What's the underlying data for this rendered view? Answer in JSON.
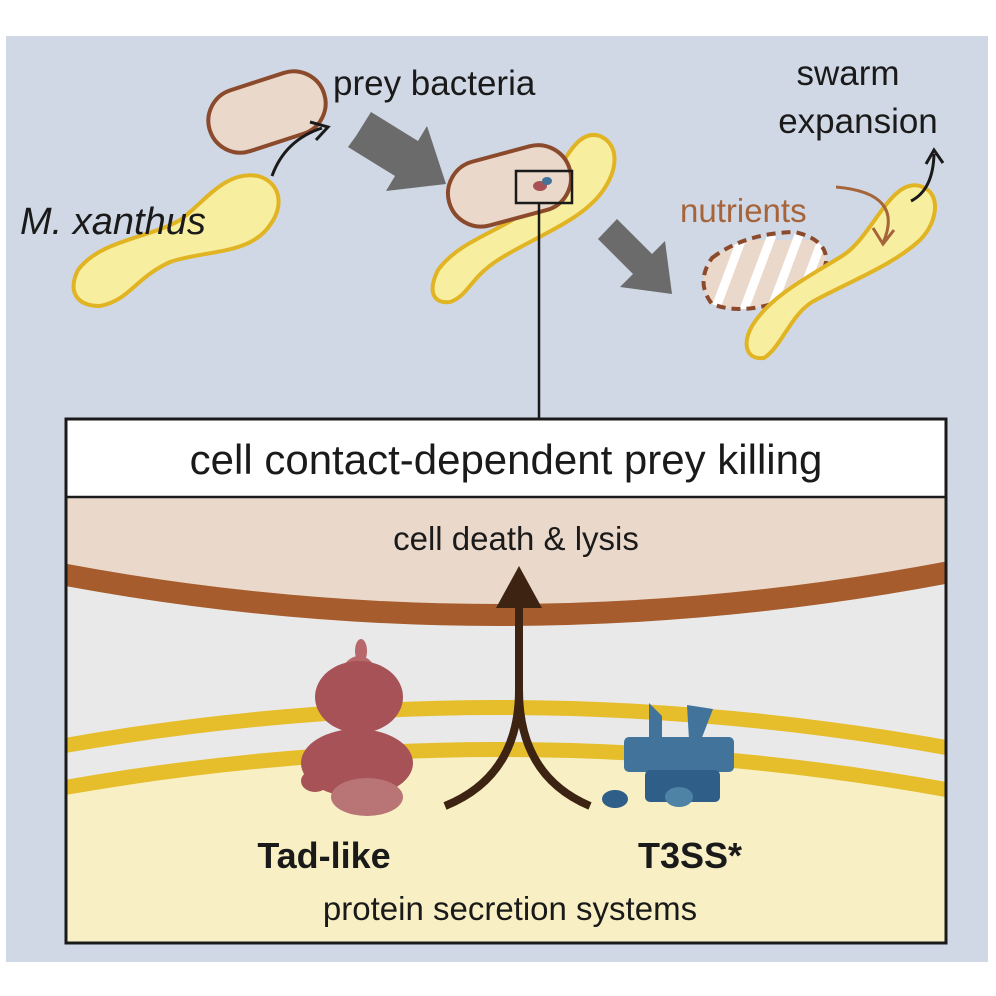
{
  "labels": {
    "prey_bacteria": "prey bacteria",
    "swarm_line1": "swarm",
    "swarm_line2": "expansion",
    "m_xanthus": "M. xanthus",
    "nutrients": "nutrients",
    "panel_title": "cell contact-dependent prey killing",
    "cell_death": "cell death & lysis",
    "tad_like": "Tad-like",
    "t3ss": "T3SS*",
    "protein_secretion": "protein secretion systems"
  },
  "colors": {
    "background": "#d0d8e5",
    "myxo_fill": "#f8ee9f",
    "myxo_stroke": "#e1b423",
    "prey_fill": "#ead8cb",
    "prey_stroke": "#8b4a2c",
    "prey_membrane": "#a65c2c",
    "arrow_gray": "#6b6b6b",
    "nutrient_text": "#a5643a",
    "tad_like": "#a65256",
    "t3ss": "#41739b",
    "vertical_arrow": "#3d2412"
  }
}
